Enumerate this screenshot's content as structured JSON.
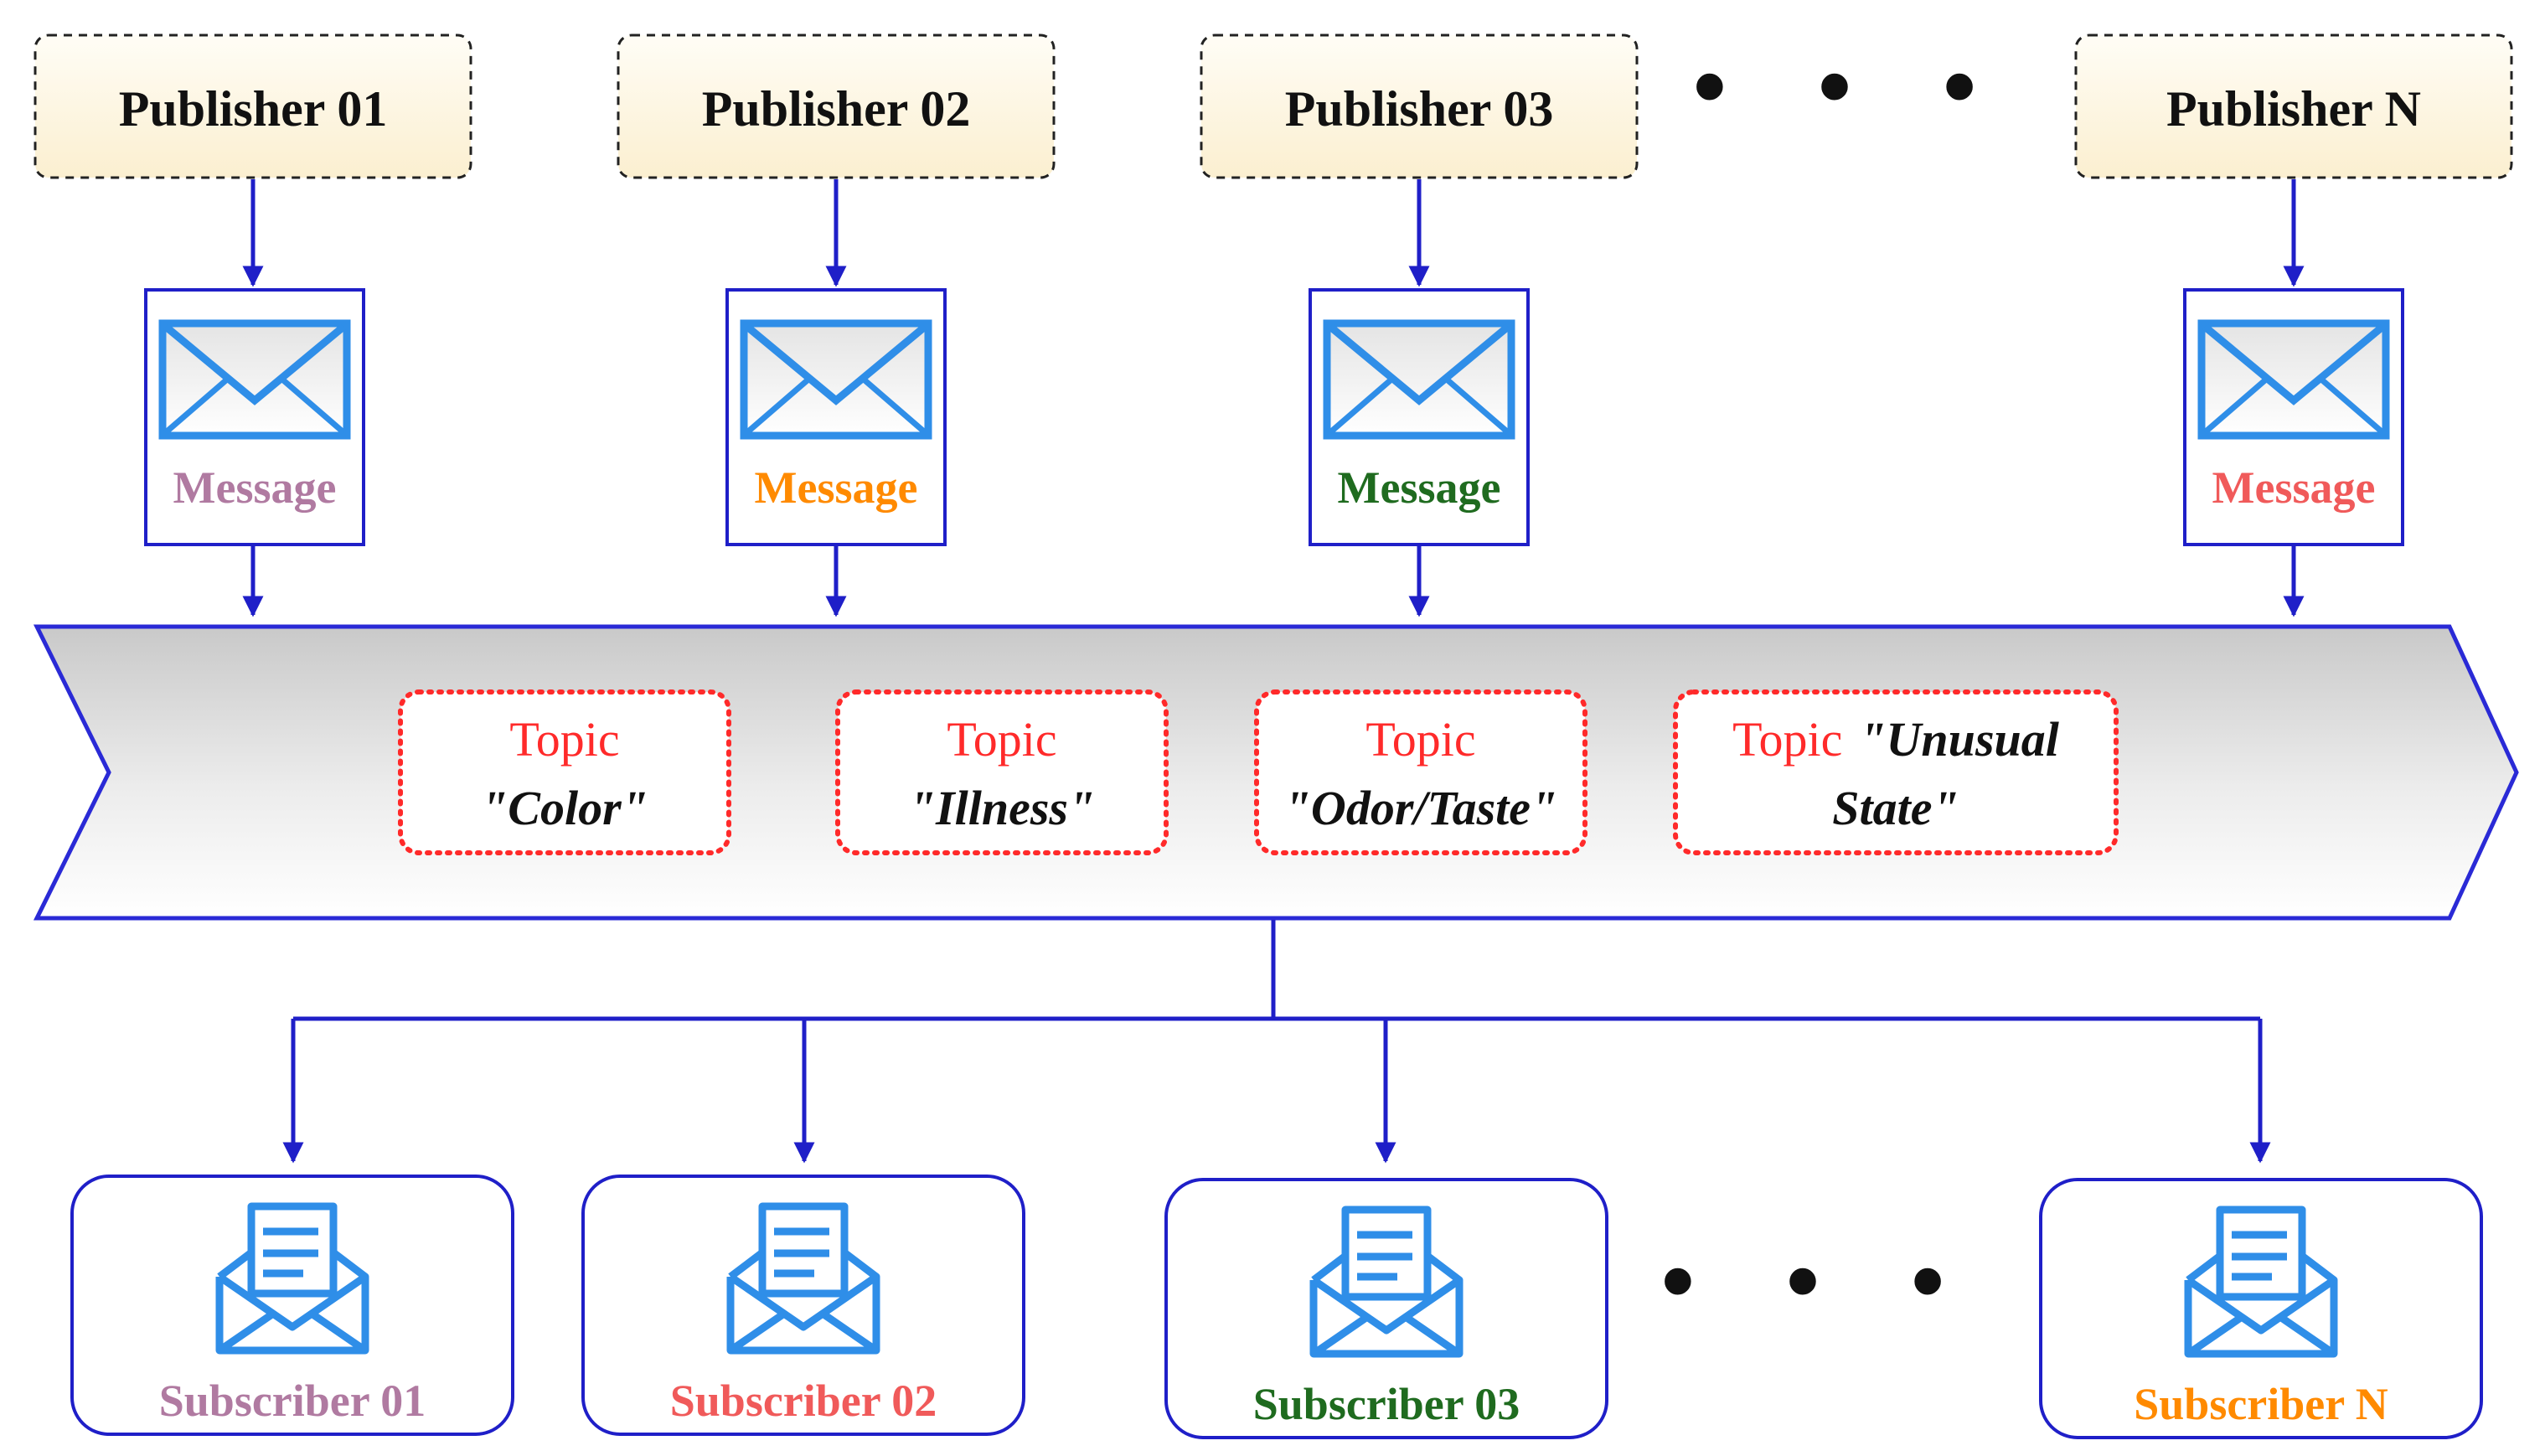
{
  "publishers": [
    {
      "label": "Publisher 01"
    },
    {
      "label": "Publisher 02"
    },
    {
      "label": "Publisher 03"
    },
    {
      "label": "Publisher N"
    }
  ],
  "messages": [
    {
      "label": "Message",
      "color": "#b07aa1"
    },
    {
      "label": "Message",
      "color": "#ff8a00"
    },
    {
      "label": "Message",
      "color": "#1f6b1f"
    },
    {
      "label": "Message",
      "color": "#f05a5a"
    }
  ],
  "topics": [
    {
      "word": "Topic",
      "name": "\"Color\""
    },
    {
      "word": "Topic",
      "name": "\"Illness\""
    },
    {
      "word": "Topic",
      "name": "\"Odor/Taste\""
    },
    {
      "word": "Topic",
      "name_line1": "\"Unusual",
      "name_line2": "State\""
    }
  ],
  "subscribers": [
    {
      "label": "Subscriber 01",
      "color": "#b07aa1"
    },
    {
      "label": "Subscriber 02",
      "color": "#f05a5a"
    },
    {
      "label": "Subscriber 03",
      "color": "#1f6b1f"
    },
    {
      "label": "Subscriber N",
      "color": "#ff8a00"
    }
  ],
  "ellipsis": "• • •",
  "colors": {
    "connector": "#2a2ad6",
    "box_border": "#1f1fc8",
    "publisher_fill": "#fdf3d8",
    "topic_border": "#ff2a2a",
    "icon_blue": "#2f8ee8"
  }
}
